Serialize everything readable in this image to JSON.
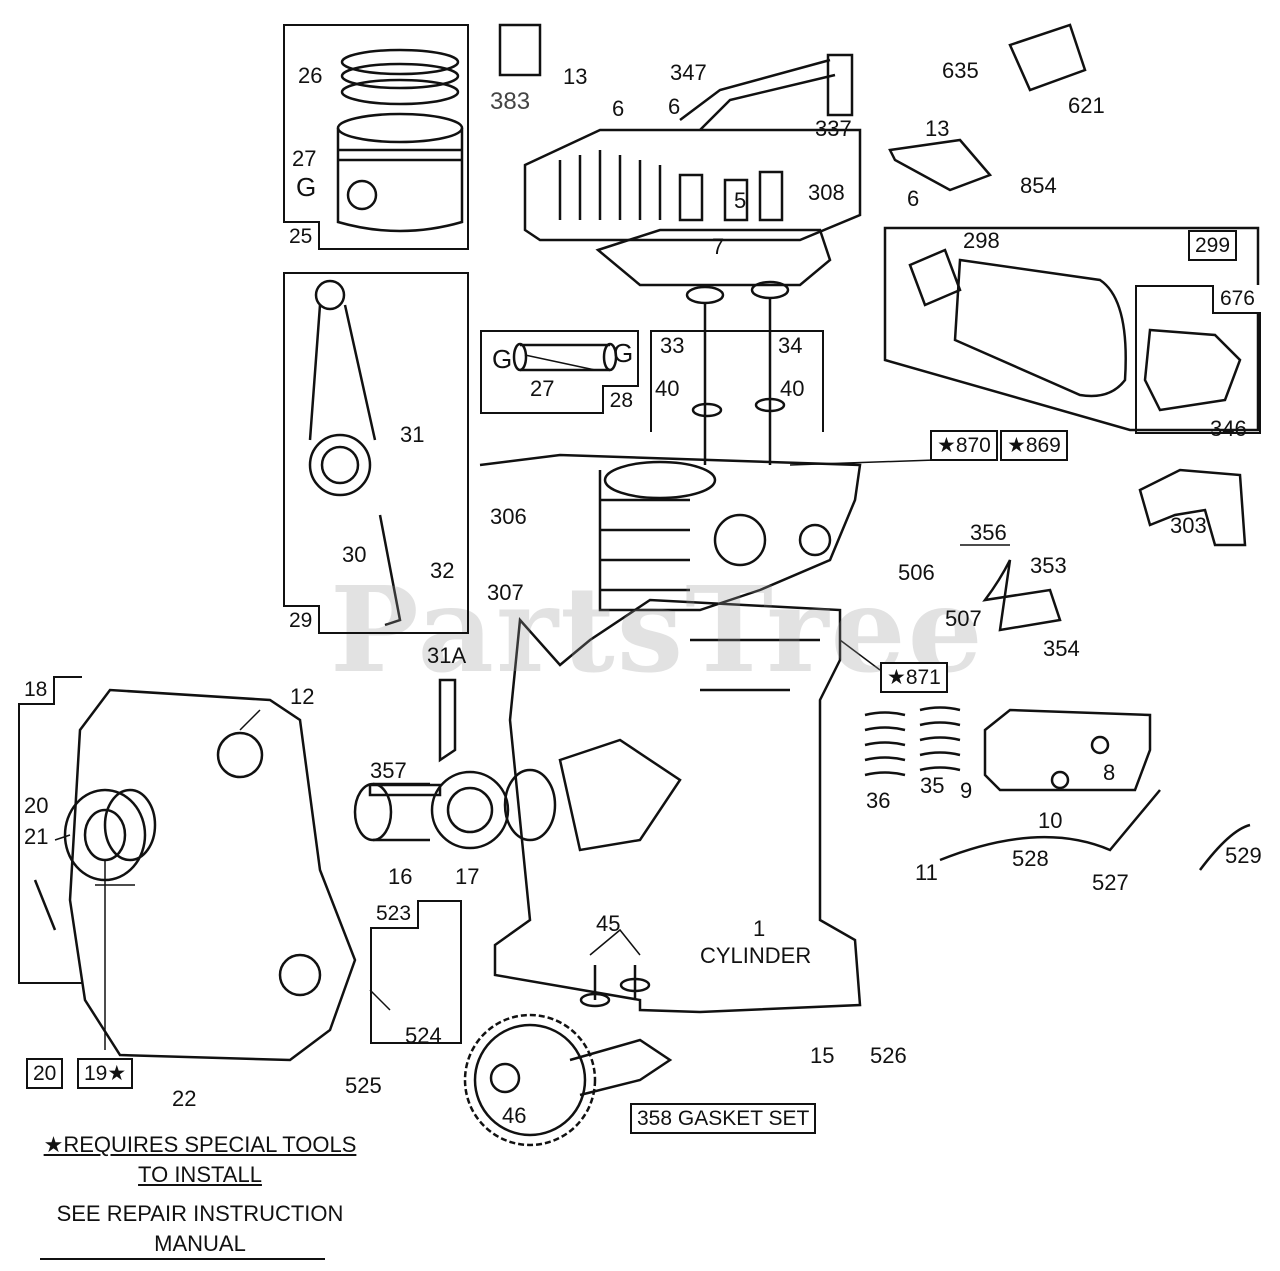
{
  "watermark": "PartsTree",
  "groups": {
    "g25": "25",
    "g29": "29",
    "g18": "18",
    "g299": "299",
    "g676": "676",
    "g523": "523",
    "g28": "28"
  },
  "labels": {
    "p26": "26",
    "p27a": "27",
    "p27g": "G",
    "p383": "383",
    "p13a": "13",
    "p6a": "6",
    "p347": "347",
    "p6b": "6",
    "p337": "337",
    "p635": "635",
    "p621": "621",
    "p13b": "13",
    "p854": "854",
    "p6c": "6",
    "p308": "308",
    "p5": "5",
    "p7": "7",
    "p298": "298",
    "p346": "346",
    "p33": "33",
    "p34": "34",
    "p40a": "40",
    "p40b": "40",
    "pG1": "G",
    "pG2": "G",
    "p27b": "27",
    "p31": "31",
    "p32": "32",
    "p30": "30",
    "p306": "306",
    "p307": "307",
    "p303": "303",
    "p356": "356",
    "p506": "506",
    "p353": "353",
    "p507": "507",
    "p354": "354",
    "p31a": "31A",
    "p12": "12",
    "p20a": "20",
    "p21": "21",
    "p357": "357",
    "p16": "16",
    "p17": "17",
    "p36": "36",
    "p35": "35",
    "p9": "9",
    "p8": "8",
    "p10": "10",
    "p11": "11",
    "p528": "528",
    "p527": "527",
    "p529": "529",
    "p45": "45",
    "p1": "1",
    "pcyl": "CYLINDER",
    "p524": "524",
    "p525": "525",
    "p15": "15",
    "p526": "526",
    "p46": "46",
    "p22": "22"
  },
  "boxes": {
    "b870": "★870",
    "b869": "★869",
    "b871": "★871",
    "b20": "20",
    "b19": "19★",
    "b358": "358 GASKET SET"
  },
  "notes": {
    "line1": "★REQUIRES SPECIAL TOOLS",
    "line2": "TO INSTALL",
    "line3": "SEE REPAIR INSTRUCTION",
    "line4": "MANUAL"
  }
}
